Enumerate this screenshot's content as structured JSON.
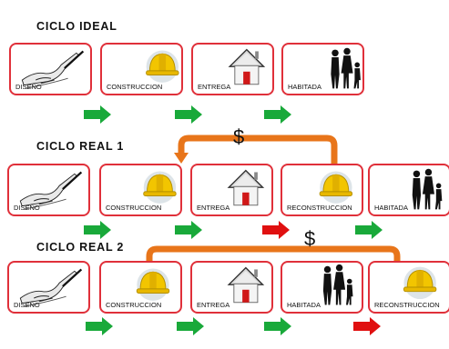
{
  "rows": [
    {
      "title": "CICLO IDEAL",
      "steps": [
        "DISEÑO",
        "CONSTRUCCION",
        "ENTREGA",
        "HABITADA"
      ],
      "arrow_colors": [
        "#19a93a",
        "#19a93a",
        "#19a93a"
      ]
    },
    {
      "title": "CICLO REAL 1",
      "steps": [
        "DISEÑO",
        "CONSTRUCCION",
        "ENTREGA",
        "RECONSTRUCCION",
        "HABITADA"
      ],
      "arrow_colors": [
        "#19a93a",
        "#19a93a",
        "#e01010",
        "#19a93a"
      ],
      "return_label": "$"
    },
    {
      "title": "CICLO REAL 2",
      "steps": [
        "DISEÑO",
        "CONSTRUCCION",
        "ENTREGA",
        "HABITADA",
        "RECONSTRUCCION"
      ],
      "arrow_colors": [
        "#19a93a",
        "#19a93a",
        "#19a93a",
        "#e01010"
      ],
      "return_label": "$"
    }
  ],
  "colors": {
    "card_border": "#e0303a",
    "ok_arrow": "#19a93a",
    "problem_arrow": "#e01010",
    "return_path": "#e8751a"
  }
}
